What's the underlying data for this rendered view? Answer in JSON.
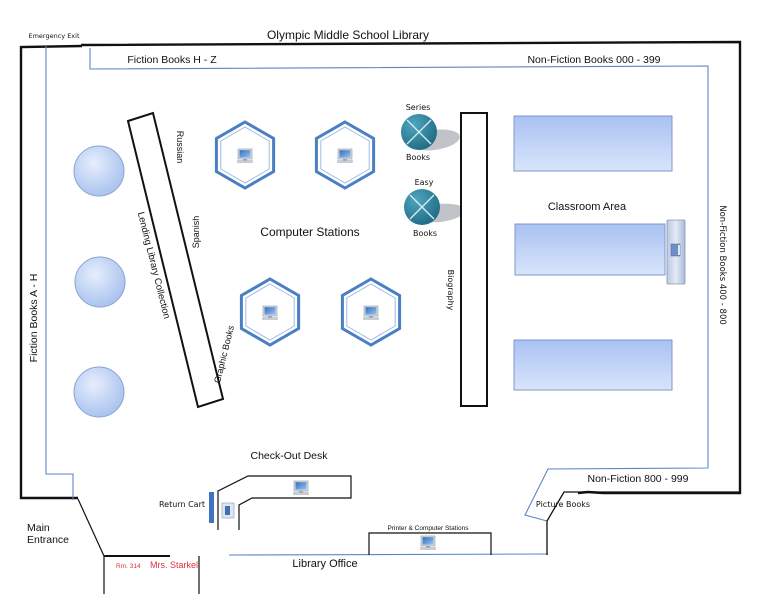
{
  "title": "Olympic Middle School Library",
  "labels": {
    "emergency_exit": "Emergency Exit",
    "fiction_hz": "Fiction Books   H - Z",
    "nonfiction_000": "Non-Fiction Books   000 - 399",
    "fiction_ah": "Fiction Books   A - H",
    "nonfiction_400": "Non-Fiction Books   400 - 800",
    "lending_library": "Lending Library Collection",
    "russian": "Russian",
    "spanish": "Spanish",
    "graphic_books": "Graphic  Books",
    "computer_stations": "Computer  Stations",
    "series_top": "Series",
    "series_bottom": "Books",
    "easy_top": "Easy",
    "easy_bottom": "Books",
    "biography": "Biography",
    "classroom_area": "Classroom Area",
    "checkout_desk": "Check-Out Desk",
    "return_cart": "Return Cart",
    "main_entrance_1": "Main",
    "main_entrance_2": "Entrance",
    "room": "Rm. 314",
    "teacher": "Mrs. Starkel",
    "library_office": "Library Office",
    "printer_stations": "Printer  &   Computer Stations",
    "nonfiction_800": "Non-Fiction   800 - 999",
    "picture_books": "Picture Books"
  },
  "colors": {
    "wall": "#111111",
    "shelf_line": "#5b86c5",
    "hex_stroke": "#4a7fc4",
    "table_fill": "#bcd0f5",
    "teal": "#2e7f9a",
    "red_text": "#e0303a"
  }
}
